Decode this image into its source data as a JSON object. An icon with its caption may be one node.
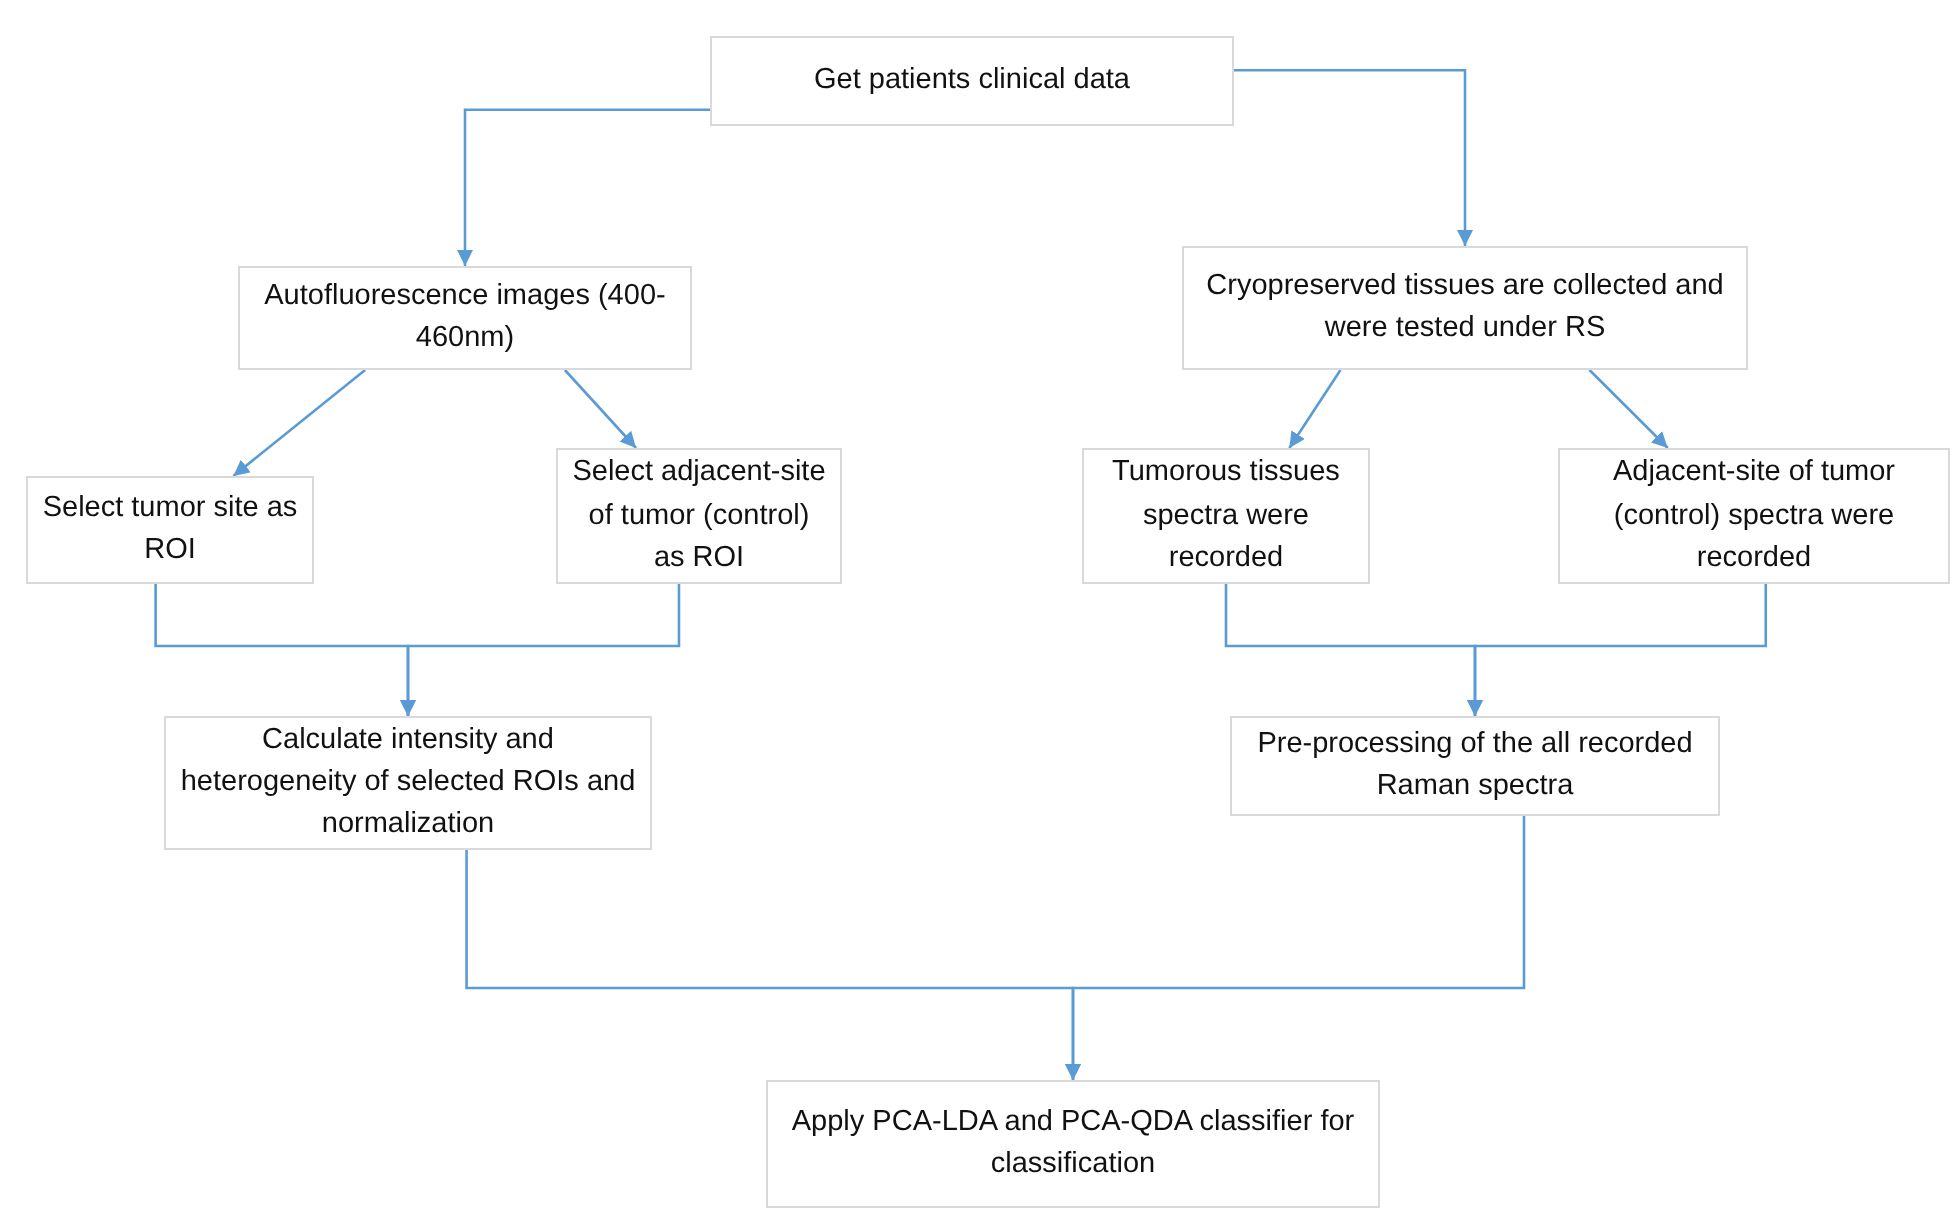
{
  "diagram": {
    "nodes": [
      {
        "text": [
          "Get patients clinical data"
        ]
      },
      {
        "text": [
          "Autofluorescence images (400-460nm)"
        ]
      },
      {
        "text": [
          "Cryopreserved tissues are collected and were tested under RS"
        ]
      },
      {
        "text": [
          "Select tumor site as ROI"
        ]
      },
      {
        "text": [
          "Select adjacent-site of tumor (control) as ROI"
        ]
      },
      {
        "text": [
          "Tumorous tissues spectra were recorded"
        ]
      },
      {
        "text": [
          "Adjacent-site of tumor (control) spectra were recorded"
        ]
      },
      {
        "text": [
          "Calculate intensity and heterogeneity of selected ROIs and normalization"
        ]
      },
      {
        "text": [
          "Pre-processing of the all recorded Raman spectra"
        ]
      },
      {
        "text": [
          "Apply PCA-LDA and PCA-QDA classifier for classification"
        ]
      }
    ],
    "edges": [
      {
        "from": 0,
        "to": 1,
        "arrow": "to"
      },
      {
        "from": 0,
        "to": 2,
        "arrow": "to"
      },
      {
        "from": 1,
        "to": 3,
        "arrow": "to"
      },
      {
        "from": 1,
        "to": 4,
        "arrow": "to"
      },
      {
        "from": 2,
        "to": 5,
        "arrow": "to"
      },
      {
        "from": 2,
        "to": 6,
        "arrow": "to"
      },
      {
        "from": 3,
        "to": 7,
        "arrow": "to"
      },
      {
        "from": 4,
        "to": 7,
        "arrow": "to"
      },
      {
        "from": 5,
        "to": 8,
        "arrow": "to"
      },
      {
        "from": 6,
        "to": 8,
        "arrow": "to"
      },
      {
        "from": 7,
        "to": 9,
        "arrow": "to"
      },
      {
        "from": 8,
        "to": 9,
        "arrow": "to"
      }
    ]
  }
}
